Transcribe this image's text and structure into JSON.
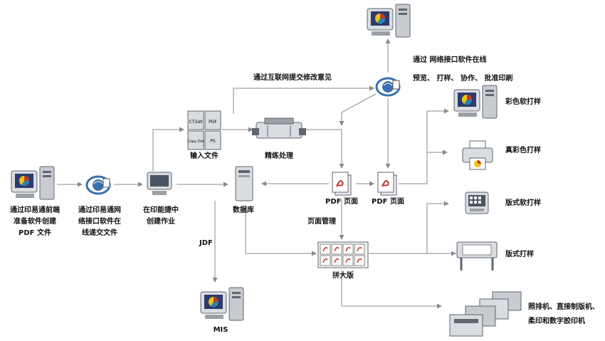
{
  "colors": {
    "line": "#8a8a8a",
    "device_light": "#d9dce0",
    "device_dark": "#5f6670",
    "screen": "#2b3b6b",
    "pdf_red": "#c0392b",
    "globe": "#3b6fb0"
  },
  "labels": {
    "client_line1": "通过印易通前端",
    "client_line2": "准备软件创建",
    "client_line3": "PDF 文件",
    "online_line1": "通过印易通网",
    "online_line2": "络接口软件在",
    "online_line3": "线递交文件",
    "job_line1": "在印能捷中",
    "job_line2": "创建作业",
    "input_files": "输入文件",
    "refine": "精练处理",
    "database": "数据库",
    "pdf_page_1": "PDF 页面",
    "pdf_page_2": "PDF 页面",
    "page_mgmt": "页面管理",
    "imposition": "拼大版",
    "jdf": "JDF",
    "mis": "MIS",
    "internet_feedback": "通过互联网提交修改意见",
    "web_line1": "通过 网络接口软件在线",
    "web_line2": "预览、 打样、 协作、 批准印刷",
    "color_soft_proof": "彩色软打样",
    "true_color_proof": "真彩色打样",
    "layout_soft_proof": "版式软打样",
    "layout_proof": "版式打样",
    "output_line1": "照排机、直接制版机、",
    "output_line2": "柔印和数字胶印机"
  },
  "input_file_tiles": {
    "tile1": "CT/LW",
    "tile2": "PDF",
    "tile3": "Copy Dot",
    "tile4": "PS"
  },
  "icons": [
    "workstation-icon",
    "globe-icon",
    "monitor-icon",
    "document-stack-icon",
    "processor-machine-icon",
    "server-tower-icon",
    "pdf-page-icon",
    "imposition-sheet-icon",
    "printer-icon",
    "calculator-terminal-icon",
    "plotter-icon",
    "press-line-icon"
  ]
}
